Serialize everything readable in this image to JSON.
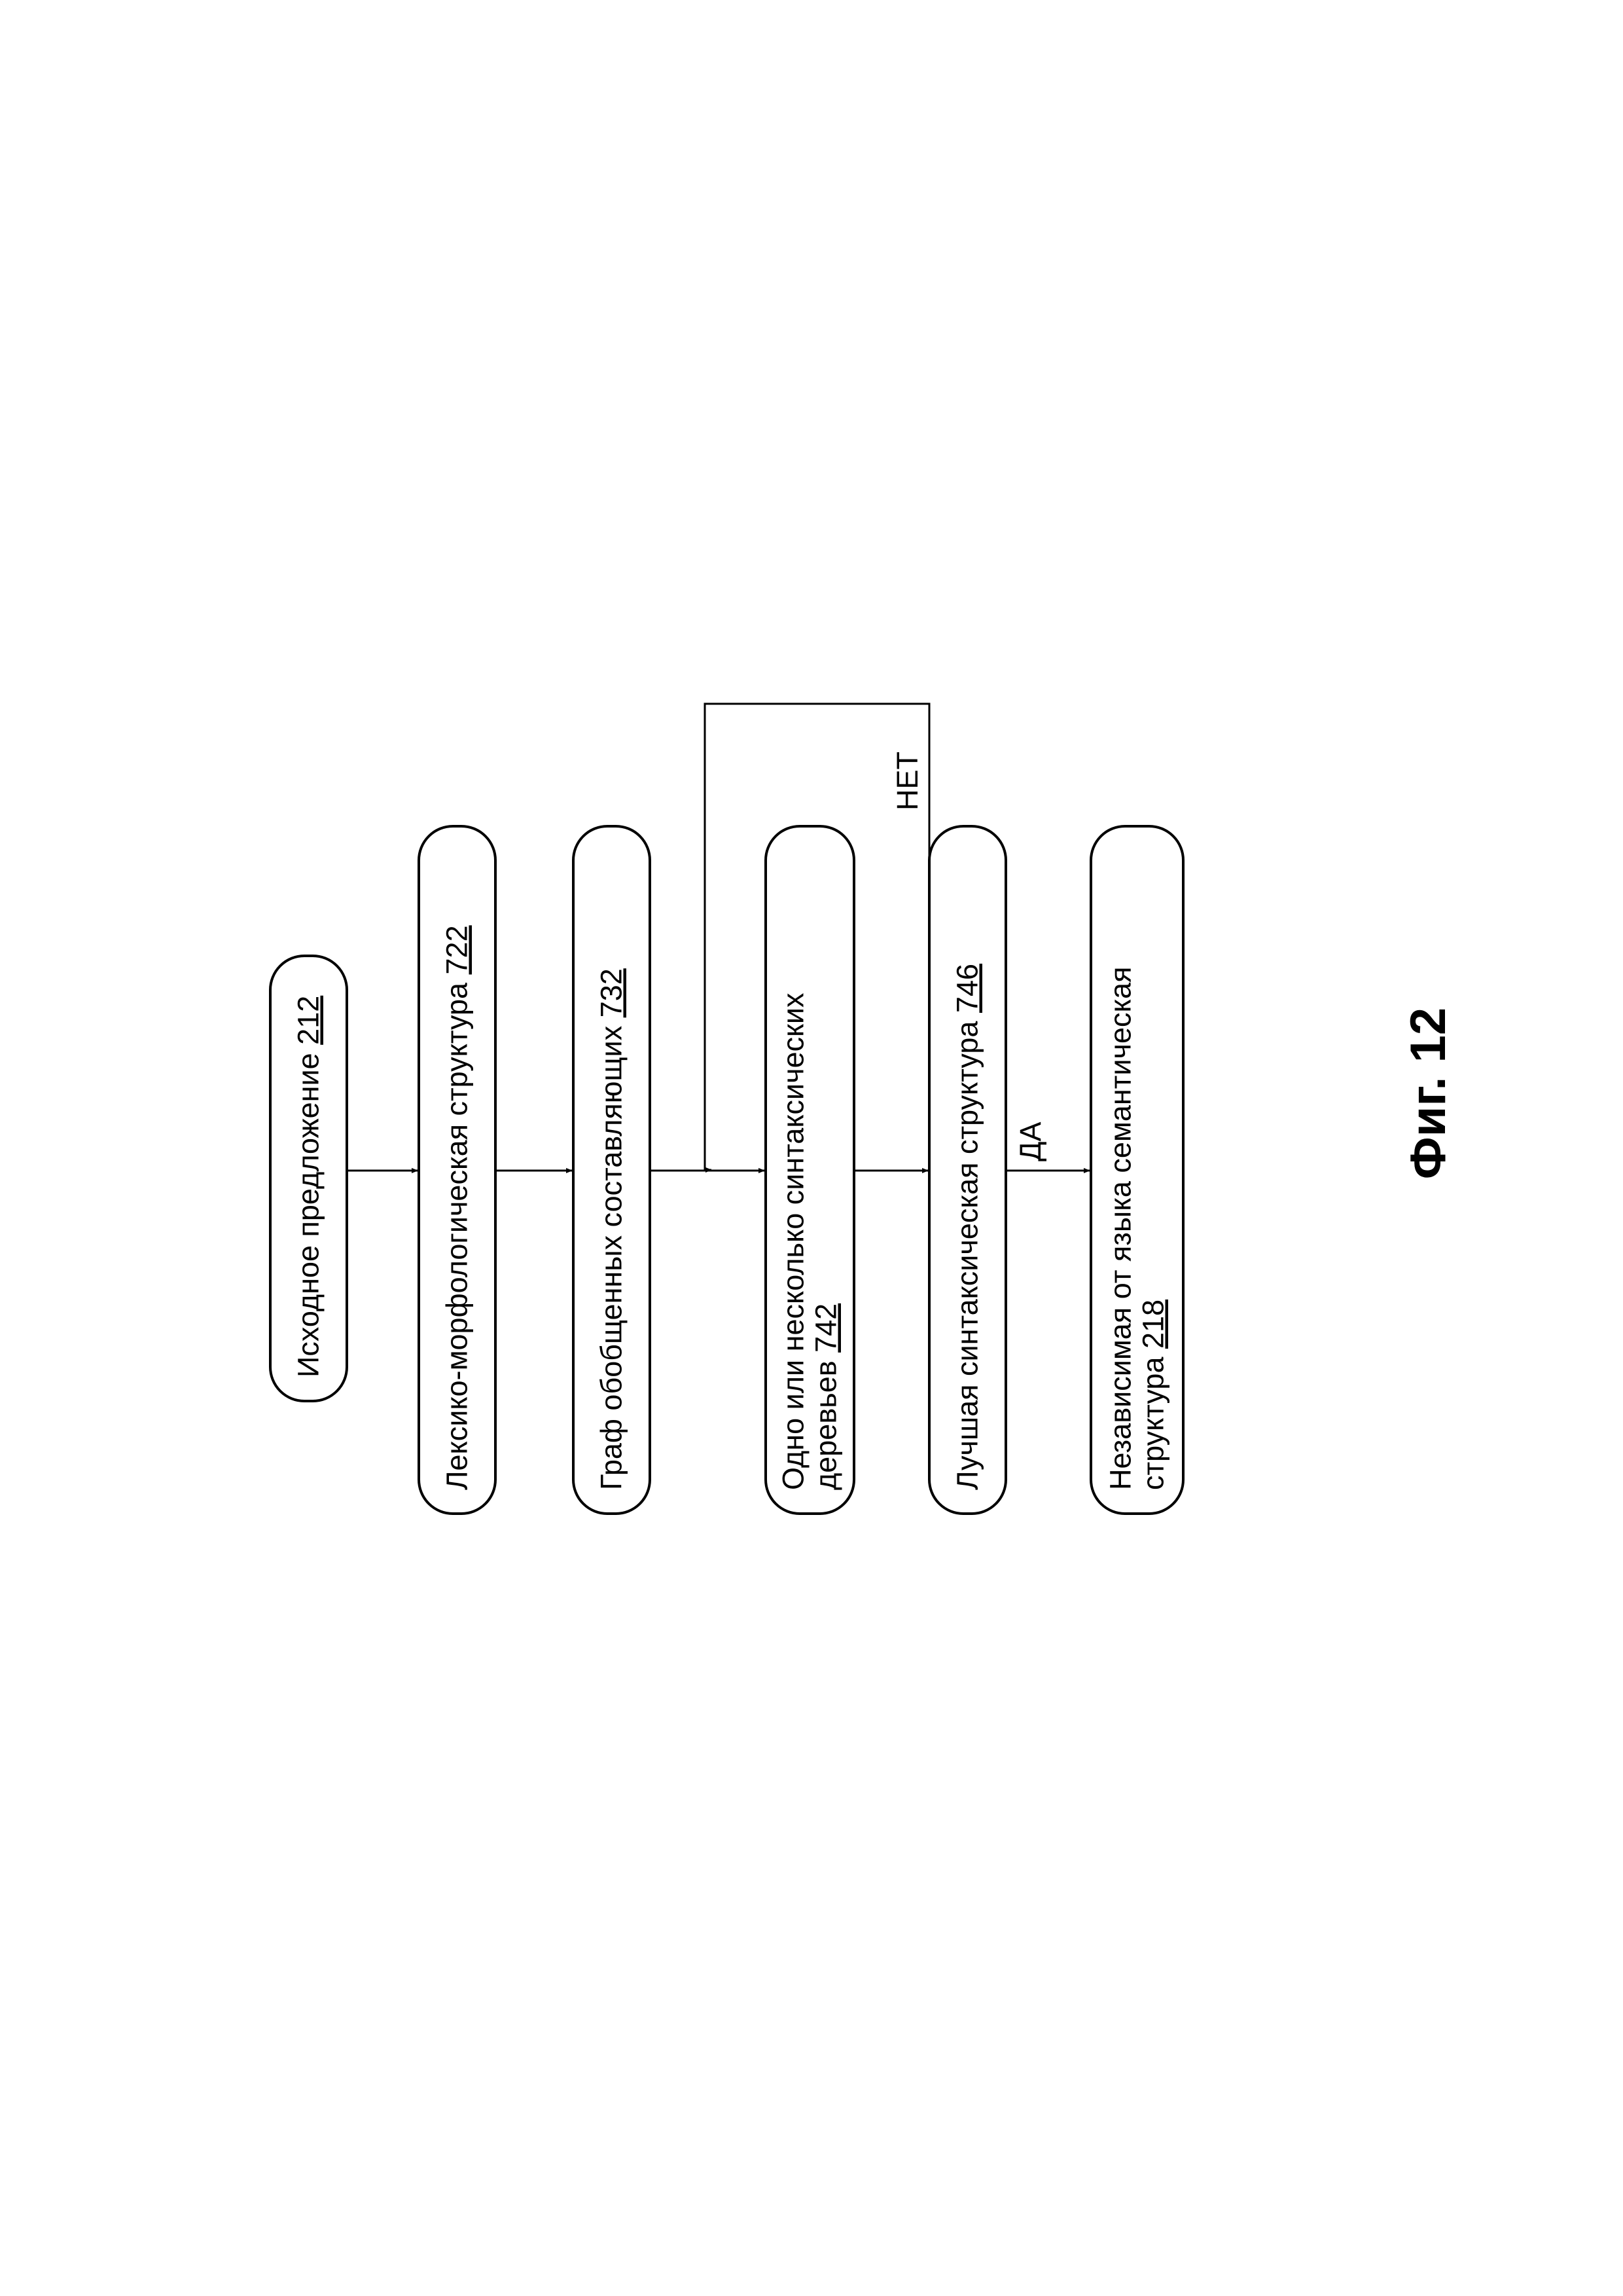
{
  "diagram": {
    "nodes": [
      {
        "id": "n212",
        "lines": [
          {
            "text": "Исходное предложение ",
            "ref": "212"
          }
        ]
      },
      {
        "id": "n722",
        "lines": [
          {
            "text": "Лексико-морфологическая структура ",
            "ref": "722"
          }
        ]
      },
      {
        "id": "n732",
        "lines": [
          {
            "text": "Граф обобщенных составляющих ",
            "ref": "732"
          }
        ]
      },
      {
        "id": "n742",
        "lines": [
          {
            "text": "Одно или несколько синтаксических",
            "ref": ""
          },
          {
            "text": "деревьев ",
            "ref": "742"
          }
        ]
      },
      {
        "id": "n746",
        "lines": [
          {
            "text": "Лучшая синтаксическая структура ",
            "ref": "746"
          }
        ]
      },
      {
        "id": "n218",
        "lines": [
          {
            "text": "Независимая от языка семантическая",
            "ref": ""
          },
          {
            "text": "структура ",
            "ref": "218"
          }
        ]
      }
    ],
    "edges": [
      {
        "from": "n212",
        "to": "n722",
        "label": ""
      },
      {
        "from": "n722",
        "to": "n732",
        "label": ""
      },
      {
        "from": "n732",
        "to": "n742",
        "label": ""
      },
      {
        "from": "n742",
        "to": "n746",
        "label": ""
      },
      {
        "from": "n746",
        "to": "n218",
        "label": "ДА"
      },
      {
        "from": "n746",
        "to": "n742",
        "label": "НЕТ"
      }
    ]
  },
  "caption": "Фиг. 12",
  "colors": {
    "ink": "#000000",
    "paper": "#ffffff"
  }
}
